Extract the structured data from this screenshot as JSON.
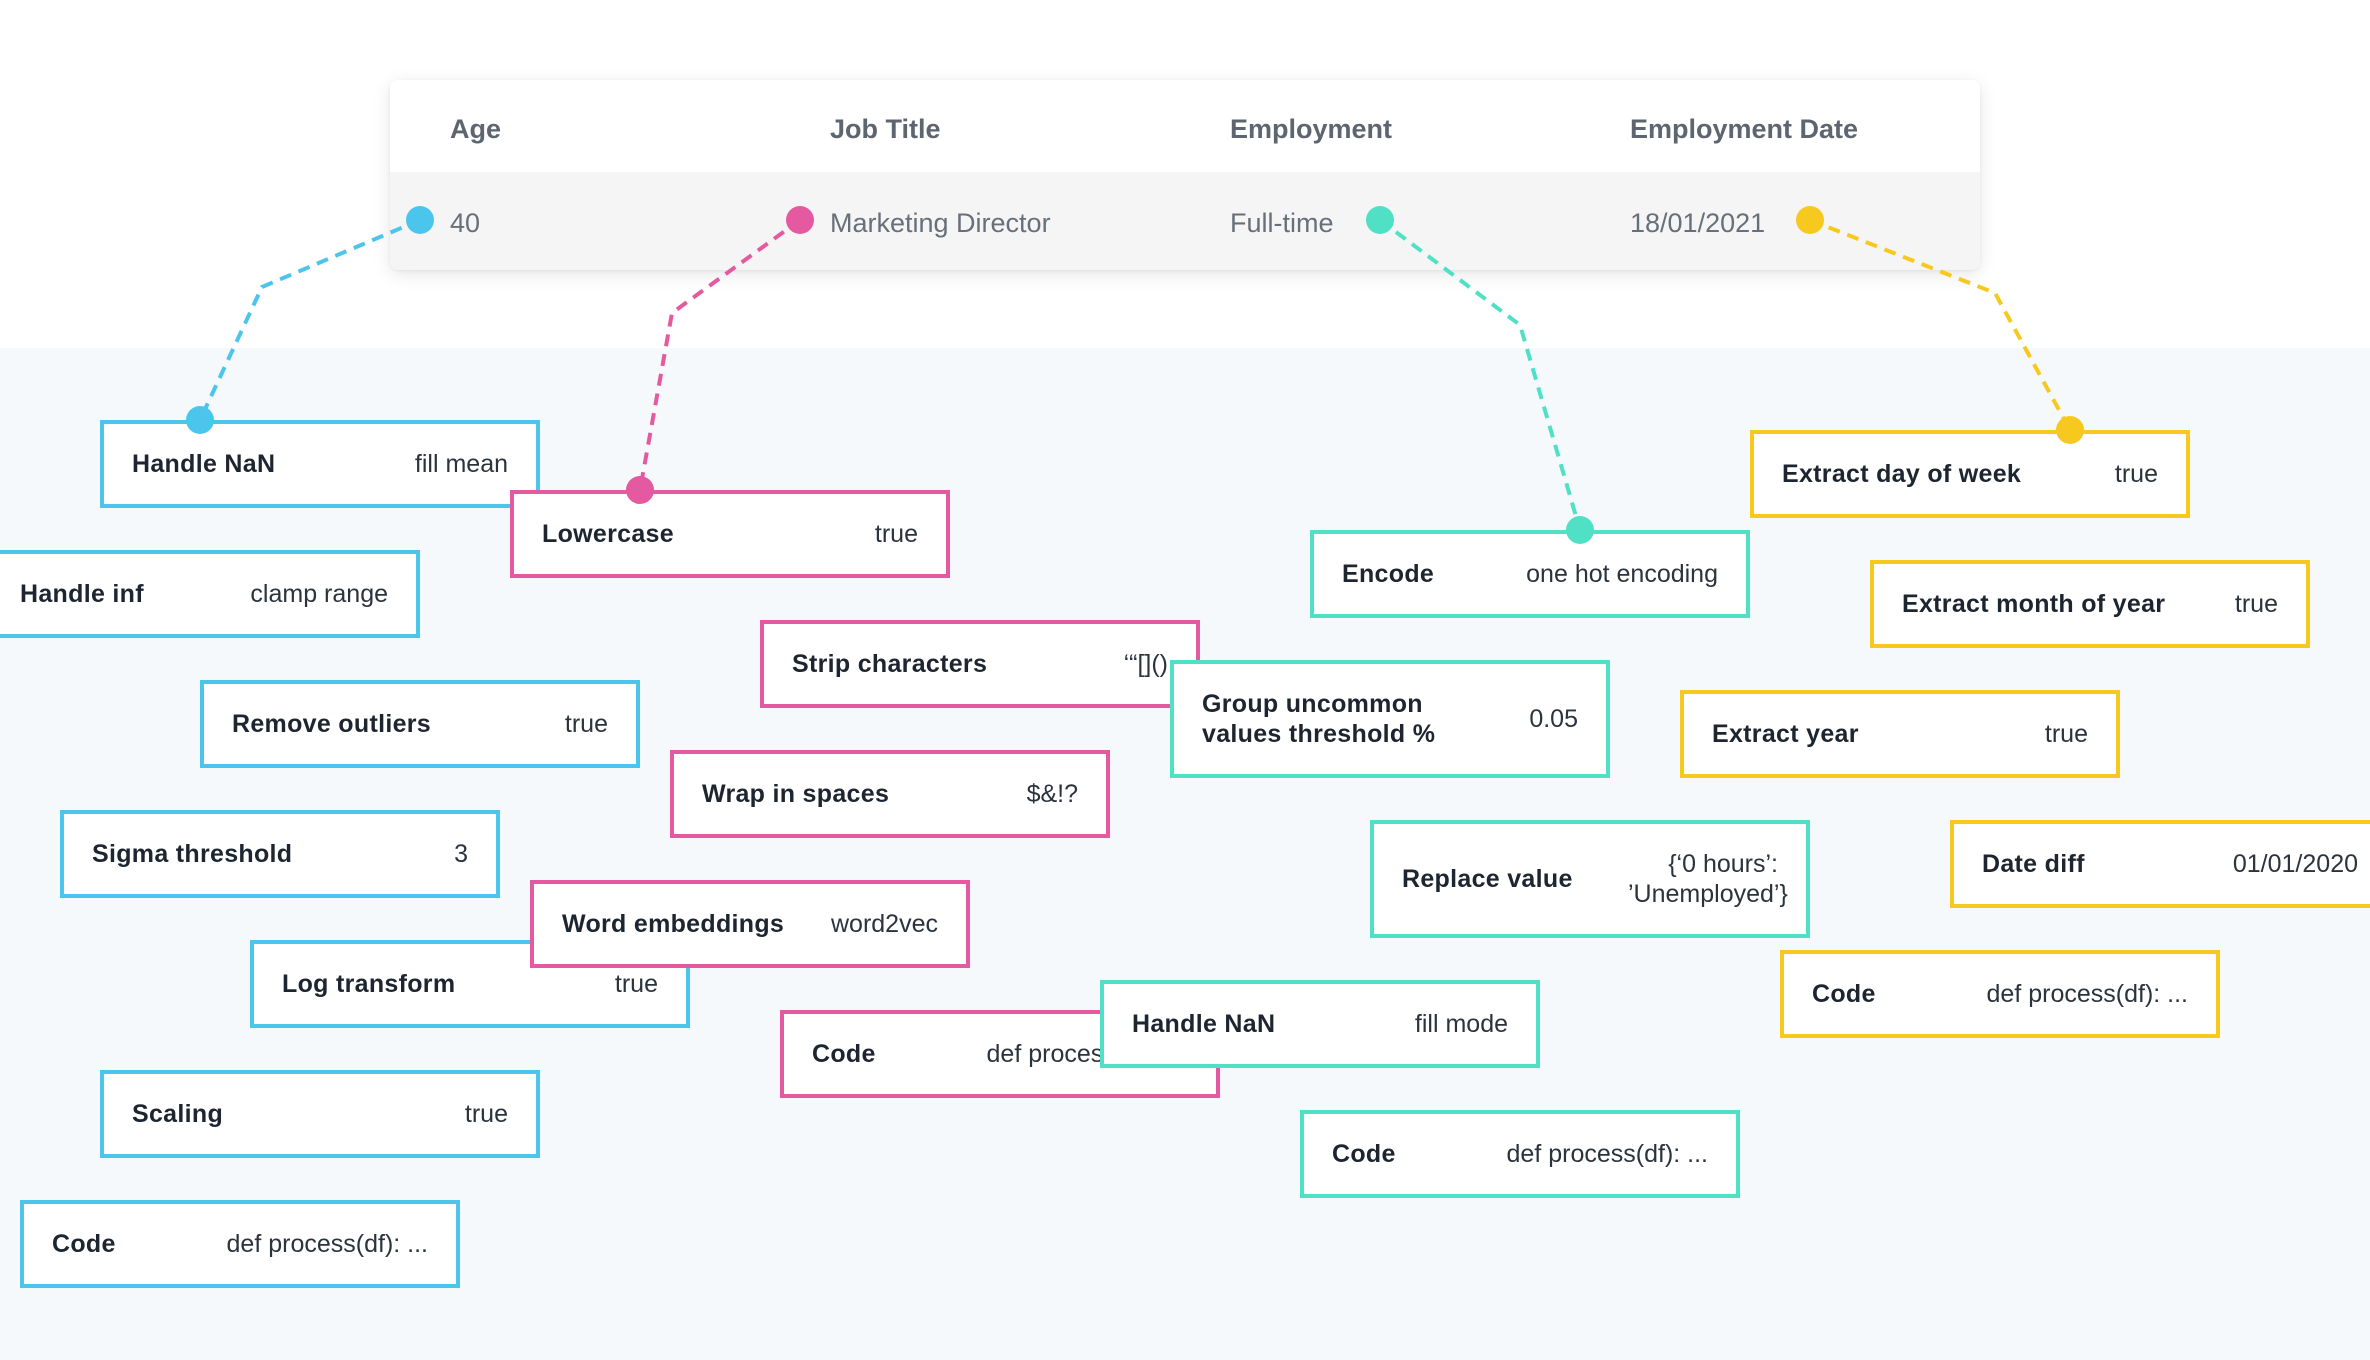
{
  "table": {
    "headers": [
      "Age",
      "Job Title",
      "Employment",
      "Employment Date"
    ],
    "row": [
      "40",
      "Marketing Director",
      "Full-time",
      "18/01/2021"
    ]
  },
  "colors": {
    "age": "#4cc5ec",
    "job_title": "#e4599f",
    "employment": "#4fe0c6",
    "employment_date": "#f7c81e",
    "panel_background": "#f5f9fc"
  },
  "age_steps": [
    {
      "label": "Handle NaN",
      "value": "fill mean"
    },
    {
      "label": "Handle inf",
      "value": "clamp range"
    },
    {
      "label": "Remove outliers",
      "value": "true"
    },
    {
      "label": "Sigma threshold",
      "value": "3"
    },
    {
      "label": "Log transform",
      "value": "true"
    },
    {
      "label": "Scaling",
      "value": "true"
    },
    {
      "label": "Code",
      "value": "def process(df): ..."
    }
  ],
  "job_title_steps": [
    {
      "label": "Lowercase",
      "value": "true"
    },
    {
      "label": "Strip characters",
      "value": "‘“[]()"
    },
    {
      "label": "Wrap in spaces",
      "value": "$&!?"
    },
    {
      "label": "Word embeddings",
      "value": "word2vec"
    },
    {
      "label": "Code",
      "value": "def process(df): ..."
    }
  ],
  "employment_steps": [
    {
      "label": "Encode",
      "value": "one hot encoding"
    },
    {
      "label": "Group uncommon values threshold %",
      "value": "0.05"
    },
    {
      "label": "Replace value",
      "value": "{‘0 hours’: ’Unemployed’}"
    },
    {
      "label": "Handle NaN",
      "value": "fill mode"
    },
    {
      "label": "Code",
      "value": "def process(df): ..."
    }
  ],
  "employment_date_steps": [
    {
      "label": "Extract day of week",
      "value": "true"
    },
    {
      "label": "Extract month of year",
      "value": "true"
    },
    {
      "label": "Extract year",
      "value": "true"
    },
    {
      "label": "Date diff",
      "value": "01/01/2020"
    },
    {
      "label": "Code",
      "value": "def process(df): ..."
    }
  ]
}
